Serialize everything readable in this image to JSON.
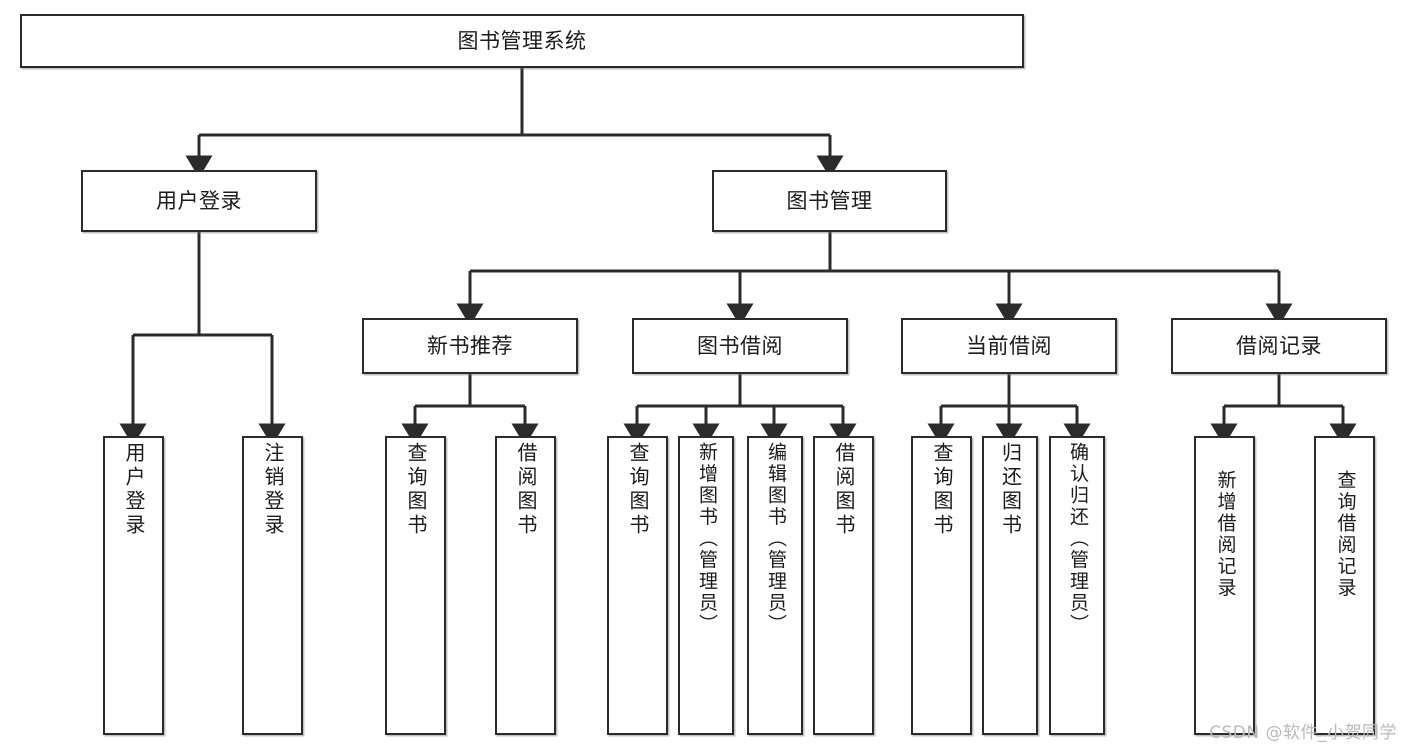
{
  "diagram": {
    "type": "tree",
    "title": "图书管理系统",
    "root": {
      "label": "图书管理系统"
    },
    "level2": [
      {
        "label": "用户登录"
      },
      {
        "label": "图书管理"
      }
    ],
    "level3": [
      {
        "label": "新书推荐"
      },
      {
        "label": "图书借阅"
      },
      {
        "label": "当前借阅"
      },
      {
        "label": "借阅记录"
      }
    ],
    "leaves": {
      "user_login": [
        {
          "label": "用户登录"
        },
        {
          "label": "注销登录"
        }
      ],
      "new_book_recommend": [
        {
          "label": "查询图书"
        },
        {
          "label": "借阅图书"
        }
      ],
      "book_borrow": [
        {
          "label": "查询图书"
        },
        {
          "label": "新增图书（管理员）"
        },
        {
          "label": "编辑图书（管理员）"
        },
        {
          "label": "借阅图书"
        }
      ],
      "current_borrow": [
        {
          "label": "查询图书"
        },
        {
          "label": "归还图书"
        },
        {
          "label": "确认归还（管理员）"
        }
      ],
      "borrow_record": [
        {
          "label": "新增借阅记录"
        },
        {
          "label": "查询借阅记录"
        }
      ]
    }
  },
  "watermark": {
    "text": "CSDN @软件_小贺同学"
  },
  "colors": {
    "stroke": "#2b2b2b",
    "background": "#ffffff",
    "text": "#1b1b1b",
    "watermark": "#b9b9b9"
  }
}
